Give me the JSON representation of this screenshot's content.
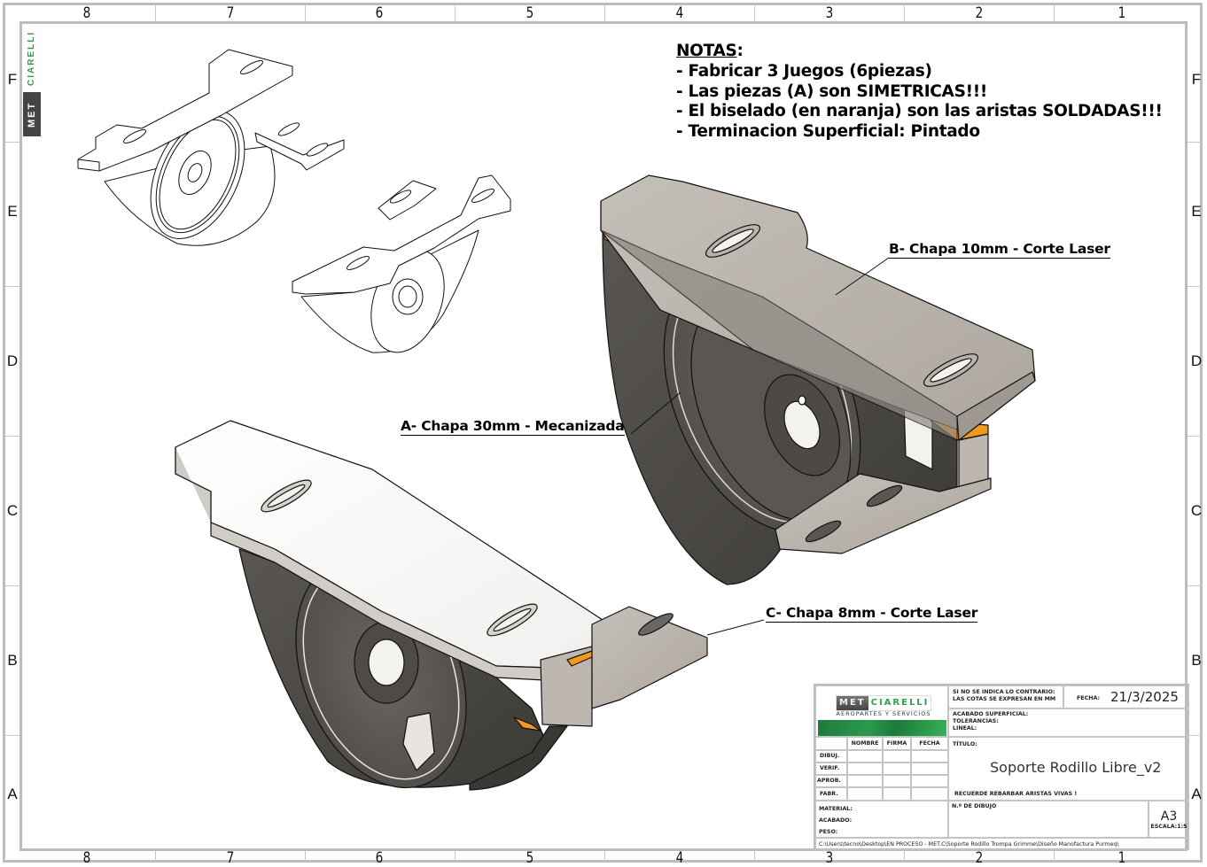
{
  "sheet": {
    "columns_top": [
      "8",
      "7",
      "6",
      "5",
      "4",
      "3",
      "2",
      "1"
    ],
    "columns_bottom": [
      "8",
      "7",
      "6",
      "5",
      "4",
      "3",
      "2",
      "1"
    ],
    "rows_left": [
      "F",
      "E",
      "D",
      "C",
      "B",
      "A"
    ],
    "rows_right": [
      "F",
      "E",
      "D",
      "C",
      "B",
      "A"
    ]
  },
  "side_logo": {
    "met": "MET",
    "brand": "CIARELLI"
  },
  "notes": {
    "title": "NOTAS",
    "colon": ":",
    "items": [
      "- Fabricar 3 Juegos (6piezas)",
      "- Las piezas (A) son SIMETRICAS!!!",
      "- El biselado (en naranja) son las aristas SOLDADAS!!!",
      "- Terminacion Superficial: Pintado"
    ]
  },
  "callouts": {
    "a": "A- Chapa 30mm - Mecanizada",
    "b": "B- Chapa 10mm - Corte Laser",
    "c": "C- Chapa 8mm - Corte Laser"
  },
  "colors": {
    "weld_orange": "#f29a1e",
    "plate_light": "#b9b3ab",
    "plate_dark": "#4e4b47",
    "frame_gray": "#bdbdbd",
    "brand_green": "#2e9e4f"
  },
  "title_block": {
    "logo": {
      "met": "MET",
      "brand": "CIARELLI",
      "subtitle": "AEROPARTES Y SERVICIOS"
    },
    "units_note_1": "SI NO SE INDICA LO CONTRARIO:",
    "units_note_2": "LAS COTAS SE EXPRESAN EN MM",
    "fecha_label": "FECHA:",
    "fecha_value": "21/3/2025",
    "acabado_superficial": "ACABADO SUPERFICIAL:",
    "tolerancias": "TOLERANCIAS:",
    "lineal": "LINEAL:",
    "sign_headers": [
      "NOMBRE",
      "FIRMA",
      "FECHA"
    ],
    "sign_rows": [
      "DIBUJ.",
      "VERIF.",
      "APROB.",
      "FABR."
    ],
    "titulo_label": "TÍTULO:",
    "titulo_value": "Soporte Rodillo Libre_v2",
    "reminder": "RECUERDE REBARBAR ARISTAS VIVAS !",
    "material": "MATERIAL:",
    "acabado": "ACABADO:",
    "peso": "PESO:",
    "drawing_no_label": "N.º DE DIBUJO",
    "sheet_size": "A3",
    "scale": "ESCALA:1:5",
    "file_path": "C:\\Users\\tecno\\Desktop\\EN PROCESO - MET.C\\Soporte Rodillo Trompa Grimme\\Diseño Manofactura Purmeq\\"
  }
}
